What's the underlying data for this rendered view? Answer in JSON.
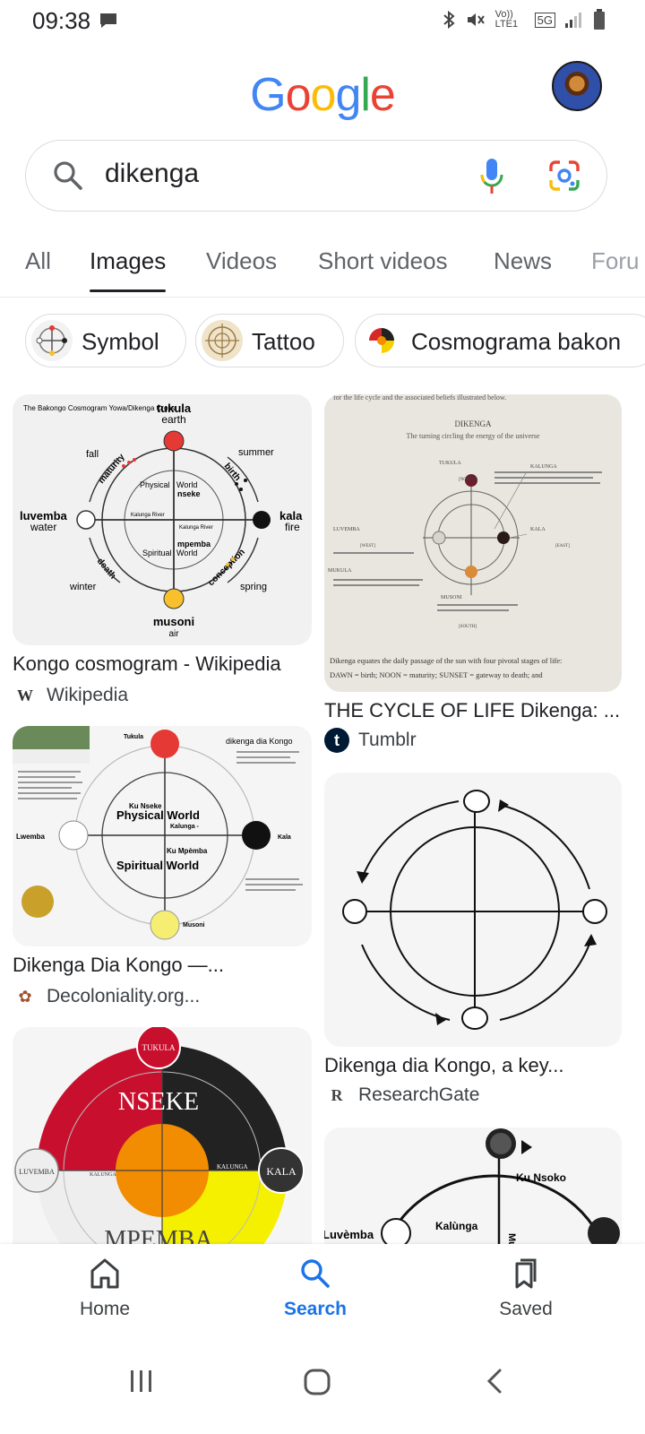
{
  "status_bar": {
    "time": "09:38",
    "signal_text_1": "Vo)) LTE1",
    "signal_text_2": "5G"
  },
  "header": {
    "logo": [
      "G",
      "o",
      "o",
      "g",
      "l",
      "e"
    ],
    "logo_colors": [
      "#4285F4",
      "#EA4335",
      "#FBBC05",
      "#4285F4",
      "#34A853",
      "#EA4335"
    ]
  },
  "search": {
    "query": "dikenga"
  },
  "tabs": [
    "All",
    "Images",
    "Videos",
    "Short videos",
    "News",
    "Foru"
  ],
  "active_tab": "Images",
  "chips": [
    "Symbol",
    "Tattoo",
    "Cosmograma bakon"
  ],
  "results": [
    {
      "title": "Kongo cosmogram - Wikipedia",
      "source": "Wikipedia",
      "icon": "W",
      "labels": {
        "heading": "The Bakongo Cosmogram Yowa/Dikenga Cross",
        "top": "tukula",
        "top_sub": "earth",
        "left": "luvemba",
        "left_sub": "water",
        "right": "kala",
        "right_sub": "fire",
        "bottom": "musoni",
        "bottom_sub": "air",
        "fall": "fall",
        "summer": "summer",
        "winter": "winter",
        "spring": "spring",
        "maturity": "maturity",
        "birth": "birth",
        "death": "death",
        "conception": "conception",
        "physical": "Physical World",
        "nseke": "nseke",
        "spiritual": "Spiritual World",
        "mpemba": "mpemba",
        "kalunga": "Kalunga River"
      }
    },
    {
      "title": "THE CYCLE OF LIFE Dikenga: ...",
      "source": "Tumblr",
      "icon": "t",
      "labels": {
        "top_text": "for the life cycle and the associated beliefs illustrated below.",
        "heading": "DIKENGA",
        "subheading": "The turning circling the energy of the universe",
        "tukula": "TUKULA",
        "north": "[NORTH]",
        "kalunga": "KALUNGA",
        "luvemba": "LUVEMBA",
        "west": "[WEST]",
        "kala": "KALA",
        "east": "[EAST]",
        "mukula": "MUKULA",
        "musoni": "MUSONI",
        "south": "[SOUTH]",
        "footer_1": "Dikenga equates the daily passage of the sun with four pivotal stages of life:",
        "footer_2": "DAWN = birth; NOON = maturity; SUNSET = gateway to death; and"
      }
    },
    {
      "title": "Dikenga Dia Kongo —...",
      "source": "Decoloniality.org...",
      "icon": "✿",
      "labels": {
        "tukula": "Tukula",
        "heading": "dikenga dia Kongo",
        "ku_nseke": "Ku Nseke",
        "physical": "Physical World",
        "kalunga": "Kalunga -",
        "ku_mpemba": "Ku Mpèmba",
        "spiritual": "Spiritual World",
        "lwemba": "Lwemba",
        "kala": "Kala",
        "musoni": "Musoni"
      }
    },
    {
      "title": "Dikenga dia Kongo, a key...",
      "source": "ResearchGate",
      "icon": "R",
      "labels": {}
    },
    {
      "title": "",
      "source": "",
      "icon": "",
      "labels": {
        "tukula": "TUKULA",
        "nseke": "NSEKE",
        "luvemba": "LUVEMBA",
        "kalunga": "KALUNGA",
        "kalunga_r": "KALUNGA",
        "kala": "KALA",
        "mpemba": "MPEMBA"
      }
    },
    {
      "title": "",
      "source": "",
      "icon": "",
      "labels": {
        "ku_nsoko": "Ku Nsoko",
        "kalunga": "Kalùnga",
        "luvemba": "Luvèmba",
        "mu": "Mu K"
      }
    }
  ],
  "bottom_nav": {
    "home": "Home",
    "search": "Search",
    "saved": "Saved"
  }
}
